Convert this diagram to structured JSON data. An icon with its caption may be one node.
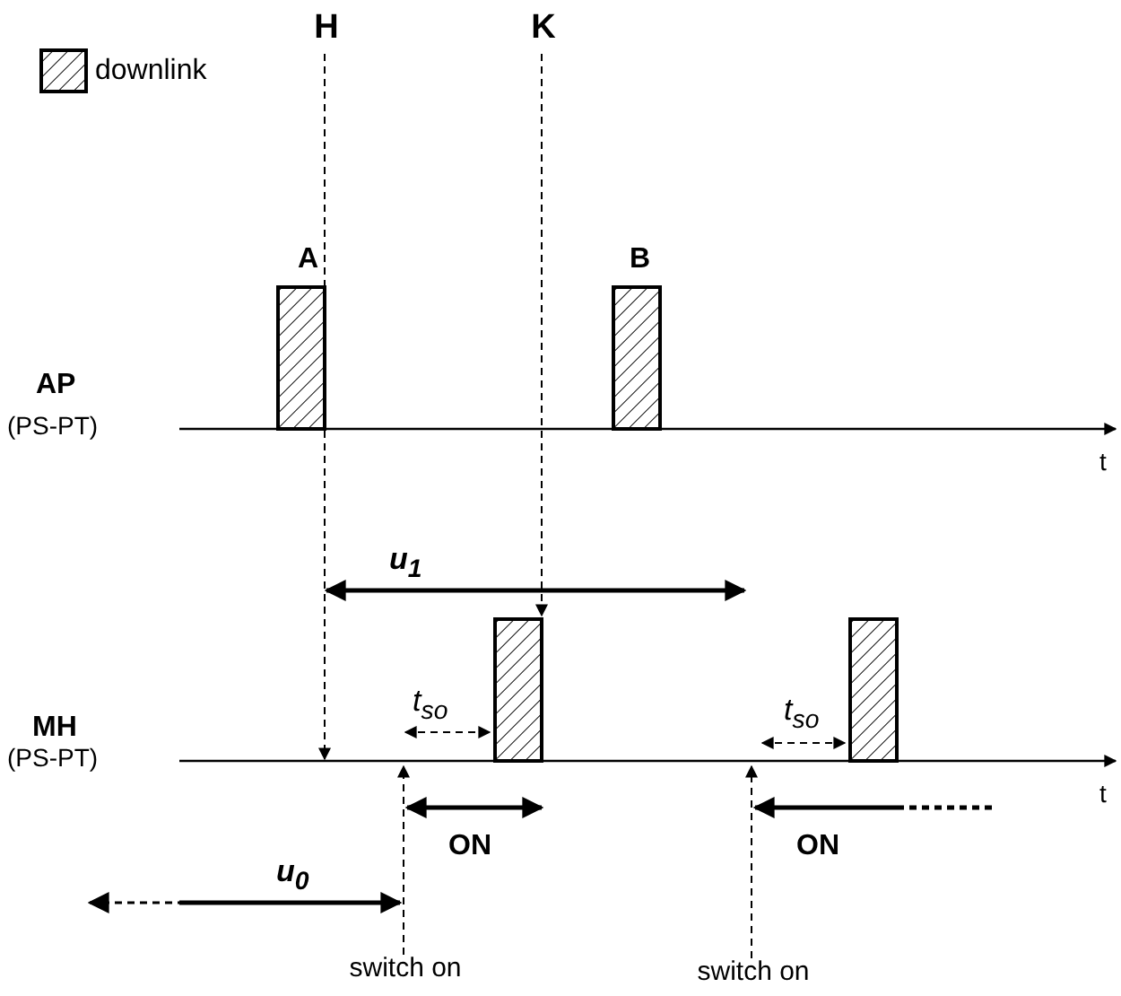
{
  "diagram": {
    "nodes": [
      {
        "text": [
          "H"
        ]
      },
      {
        "text": [
          "K"
        ]
      },
      {
        "text": [
          "A"
        ]
      },
      {
        "text": [
          "B"
        ]
      },
      {
        "text": [],
        "shape": "bar"
      },
      {
        "text": [],
        "shape": "bar"
      },
      {
        "text": [
          "switch on"
        ]
      },
      {
        "text": [
          "switch on"
        ]
      }
    ],
    "edges": [
      {
        "from": 0,
        "to": null,
        "arrow": "to",
        "style": "dashed"
      },
      {
        "from": 1,
        "to": 4,
        "arrow": "to",
        "style": "dashed"
      },
      {
        "from": 6,
        "to": null,
        "arrow": "to",
        "style": "dashed"
      },
      {
        "from": 7,
        "to": null,
        "arrow": "to",
        "style": "dashed"
      }
    ],
    "labels": [
      "AP",
      "(PS-PT)",
      "t",
      "u$_{1}$",
      "t$_{so}$",
      "t$_{so}$",
      "MH",
      "(PS-PT)",
      "t",
      "ON",
      "ON",
      "u$_{0}$"
    ],
    "legend": [
      {
        "text": "downlink"
      }
    ]
  }
}
